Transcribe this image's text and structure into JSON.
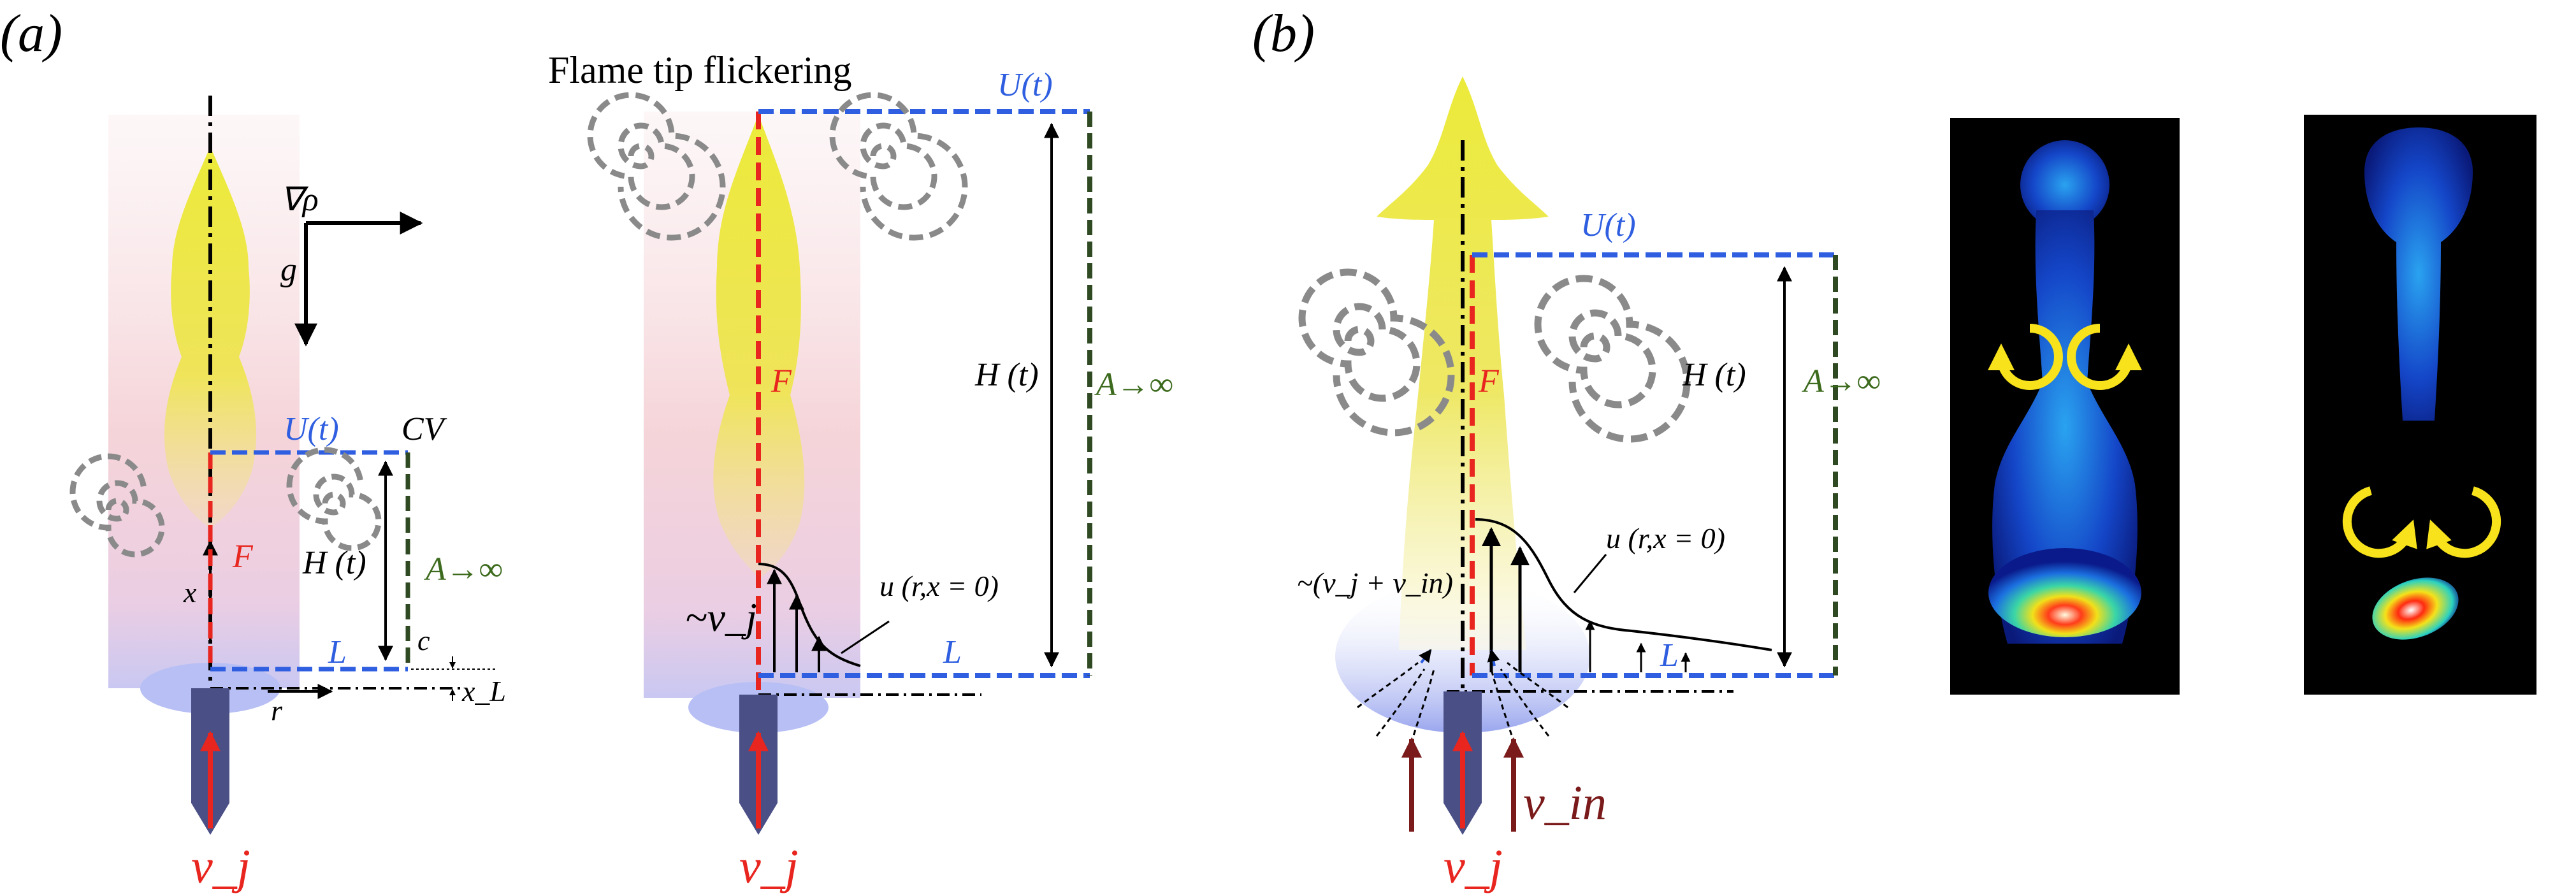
{
  "panel_a": {
    "label": "(a)",
    "left": {
      "grad_rho": "∇ρ",
      "g": "g",
      "U": "U(t)",
      "CV": "CV",
      "F": "F",
      "x": "x",
      "H": "H (t)",
      "A": "A→∞",
      "c": "c",
      "L": "L",
      "r": "r",
      "xL": "x_L",
      "vj": "v_j"
    },
    "right": {
      "title": "Flame tip flickering",
      "U": "U(t)",
      "H": "H (t)",
      "A": "A→∞",
      "F": "F",
      "vj_tilde": "~v_j",
      "u": "u (r,x = 0)",
      "L": "L",
      "vj": "v_j"
    }
  },
  "panel_b": {
    "label": "(b)",
    "U": "U(t)",
    "F": "F",
    "H": "H (t)",
    "A": "A→∞",
    "u": "u (r,x = 0)",
    "vj_vin": "~(v_j + v_in)",
    "L": "L",
    "vj": "v_j",
    "vin": "v_in"
  },
  "colors": {
    "flame_yellow": "#ecea3a",
    "cv_blue": "#2f5fe0",
    "red": "#e8251e",
    "dark_green": "#2f4a22",
    "green_text": "#3d6b1e",
    "vortex_gray": "#8a8a8a",
    "nozzle": "#4a4f86",
    "dark_red": "#7a1a1a",
    "rotation_arrow": "#f7e21c"
  },
  "icons": [
    "vortex-spiral-icon",
    "rotation-arrow-icon",
    "nozzle-icon"
  ]
}
